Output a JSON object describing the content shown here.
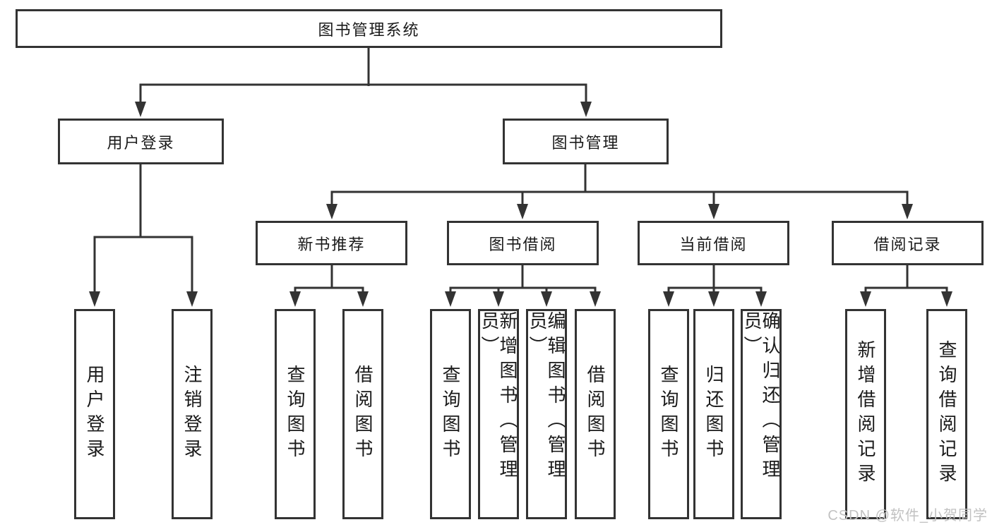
{
  "colors": {
    "background": "#ffffff",
    "line": "#333333",
    "text": "#1a1a1a",
    "watermark": "#c2c2c2"
  },
  "watermark": "CSDN @软件_小贺同学",
  "tree": {
    "root": {
      "label": "图书管理系统",
      "children": [
        {
          "label": "用户登录",
          "children": [
            {
              "label": "用户登录"
            },
            {
              "label": "注销登录"
            }
          ]
        },
        {
          "label": "图书管理",
          "children": [
            {
              "label": "新书推荐",
              "children": [
                {
                  "label": "查询图书"
                },
                {
                  "label": "借阅图书"
                }
              ]
            },
            {
              "label": "图书借阅",
              "children": [
                {
                  "label": "查询图书"
                },
                {
                  "label": "新增图书（管理员）"
                },
                {
                  "label": "编辑图书（管理员）"
                },
                {
                  "label": "借阅图书"
                }
              ]
            },
            {
              "label": "当前借阅",
              "children": [
                {
                  "label": "查询图书"
                },
                {
                  "label": "归还图书"
                },
                {
                  "label": "确认归还（管理员）"
                }
              ]
            },
            {
              "label": "借阅记录",
              "children": [
                {
                  "label": "新增借阅记录"
                },
                {
                  "label": "查询借阅记录"
                }
              ]
            }
          ]
        }
      ]
    }
  }
}
